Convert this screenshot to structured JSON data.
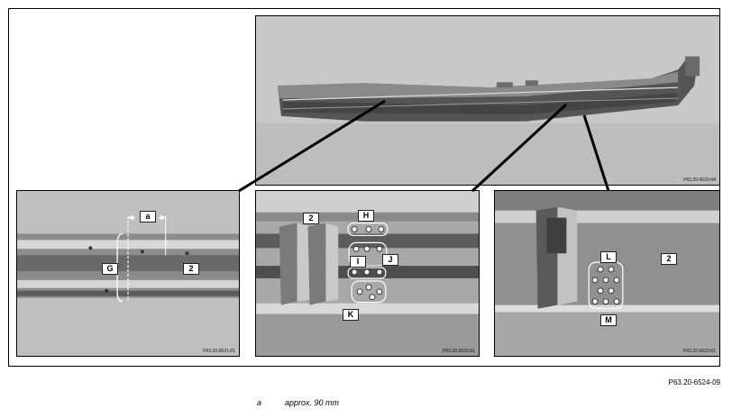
{
  "photos": {
    "overview": {
      "code": "P63.20-6520-04"
    },
    "detail_left": {
      "code": "P63.20-6521-01",
      "labels": {
        "a": "a",
        "g": "G",
        "two": "2"
      }
    },
    "detail_center": {
      "code": "P63.20-6522-01",
      "labels": {
        "two": "2",
        "h": "H",
        "i": "I",
        "j": "J",
        "k": "K"
      }
    },
    "detail_right": {
      "code": "P63.20-6523-01",
      "labels": {
        "l": "L",
        "two": "2",
        "m": "M"
      }
    }
  },
  "figure_ref": "P63.20-6524-09",
  "legend": [
    {
      "key": "a",
      "text": "approx. 90 mm"
    }
  ]
}
